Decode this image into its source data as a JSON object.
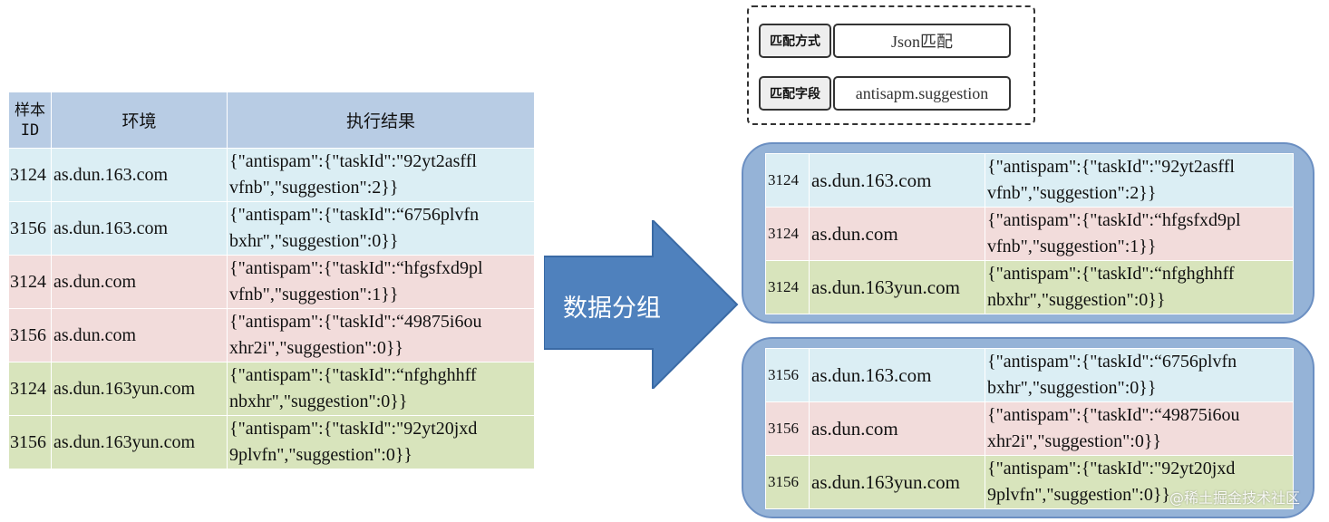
{
  "source_table": {
    "headers": [
      "样本\nID",
      "环境",
      "执行结果"
    ],
    "rows": [
      {
        "id": "3124",
        "env": "as.dun.163.com",
        "result": "{\"antispam\":{\"taskId\":\"92yt2asffl vfnb\",\"suggestion\":2}}",
        "color": "#dbeef4"
      },
      {
        "id": "3156",
        "env": "as.dun.163.com",
        "result": "{\"antispam\":{\"taskId\":“6756plvfn bxhr\",\"suggestion\":0}}",
        "color": "#dbeef4"
      },
      {
        "id": "3124",
        "env": "as.dun.com",
        "result": "{\"antispam\":{\"taskId\":“hfgsfxd9pl vfnb\",\"suggestion\":1}}",
        "color": "#f2dcdb"
      },
      {
        "id": "3156",
        "env": "as.dun.com",
        "result": "{\"antispam\":{\"taskId\":“49875i6ou xhr2i\",\"suggestion\":0}}",
        "color": "#f2dcdb"
      },
      {
        "id": "3124",
        "env": "as.dun.163yun.com",
        "result": "{\"antispam\":{\"taskId\":“nfghghhff nbxhr\",\"suggestion\":0}}",
        "color": "#d8e4bc"
      },
      {
        "id": "3156",
        "env": "as.dun.163yun.com",
        "result": "{\"antispam\":{\"taskId\":\"92yt20jxd 9plvfn\",\"suggestion\":0}}",
        "color": "#d8e4bc"
      }
    ]
  },
  "arrow": {
    "label": "数据分组",
    "color": "#4f81bd"
  },
  "config": {
    "match_mode_label": "匹配方式",
    "match_mode_value": "Json匹配",
    "match_field_label": "匹配字段",
    "match_field_value": "antisapm.suggestion"
  },
  "groups": [
    {
      "rows": [
        {
          "id": "3124",
          "env": "as.dun.163.com",
          "result": "{\"antispam\":{\"taskId\":\"92yt2asffl vfnb\",\"suggestion\":2}}"
        },
        {
          "id": "3124",
          "env": "as.dun.com",
          "result": "{\"antispam\":{\"taskId\":“hfgsfxd9pl vfnb\",\"suggestion\":1}}"
        },
        {
          "id": "3124",
          "env": "as.dun.163yun.com",
          "result": "{\"antispam\":{\"taskId\":“nfghghhff nbxhr\",\"suggestion\":0}}"
        }
      ]
    },
    {
      "rows": [
        {
          "id": "3156",
          "env": "as.dun.163.com",
          "result": "{\"antispam\":{\"taskId\":“6756plvfn bxhr\",\"suggestion\":0}}"
        },
        {
          "id": "3156",
          "env": "as.dun.com",
          "result": "{\"antispam\":{\"taskId\":“49875i6ou xhr2i\",\"suggestion\":0}}"
        },
        {
          "id": "3156",
          "env": "as.dun.163yun.com",
          "result": "{\"antispam\":{\"taskId\":\"92yt20jxd 9plvfn\",\"suggestion\":0}}"
        }
      ]
    }
  ],
  "colors": {
    "header": "#b8cce4",
    "blue_row": "#dbeef4",
    "pink_row": "#f2dcdb",
    "green_row": "#d8e4bc",
    "group_bg": "#95b3d7"
  },
  "watermark": "@稀土掘金技术社区"
}
